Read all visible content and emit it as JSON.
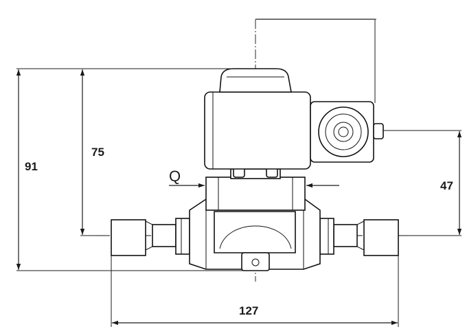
{
  "dimensions": {
    "overall_height": "91",
    "pipe_axis_to_coil_top": "75",
    "connector_height": "47",
    "overall_length": "127",
    "flow_label": "Q"
  },
  "colors": {
    "line": "#1a1a1a",
    "background": "#ffffff"
  }
}
